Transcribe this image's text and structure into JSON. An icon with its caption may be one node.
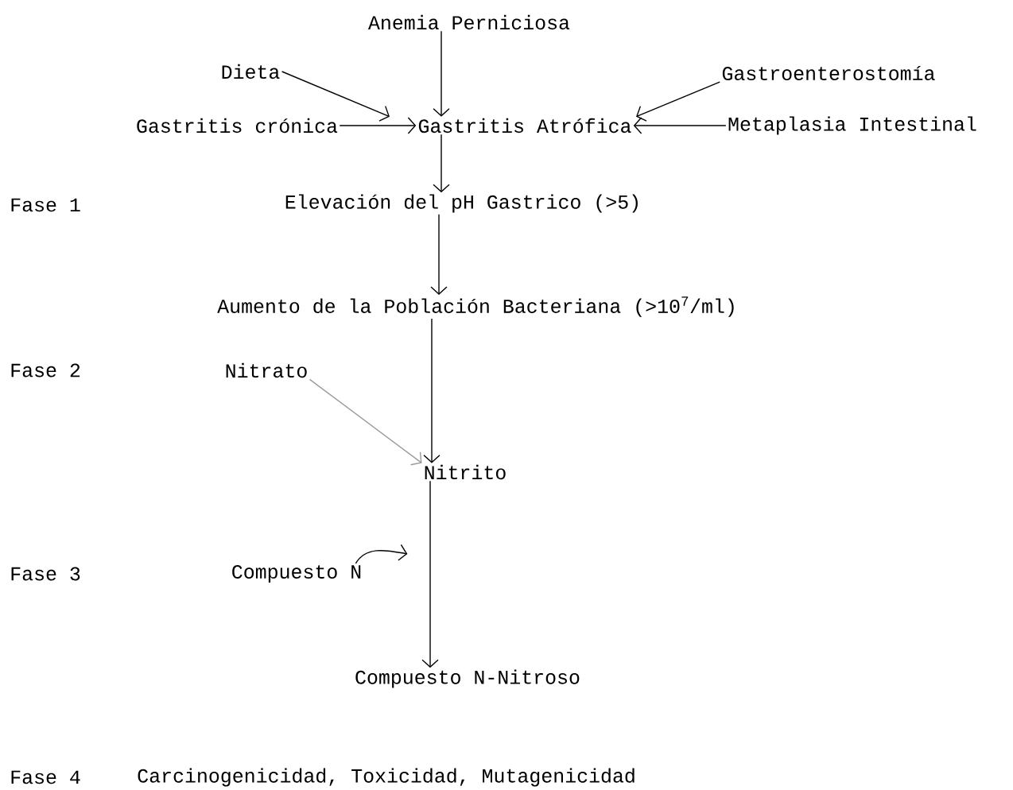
{
  "diagram": {
    "nodes": [
      {
        "text": [
          "Anemia Perniciosa"
        ]
      },
      {
        "text": [
          "Dieta"
        ]
      },
      {
        "text": [
          "Gastroenterostomía"
        ]
      },
      {
        "text": [
          "Gastritis crónica"
        ]
      },
      {
        "text": [
          "Gastritis Atrófica"
        ]
      },
      {
        "text": [
          "Metaplasia Intestinal"
        ]
      },
      {
        "text": [
          "Elevación del pH Gastrico (>5)"
        ]
      },
      {
        "text": [
          "Aumento de la Población Bacteriana (>10$^{7}$/ml)"
        ]
      },
      {
        "text": [
          "Nitrato"
        ]
      },
      {
        "text": [
          "Nitrito"
        ]
      },
      {
        "text": [
          "Compuesto N"
        ]
      },
      {
        "text": [
          "Compuesto N-Nitroso"
        ]
      }
    ],
    "edges": [
      {
        "from": 0,
        "to": 4,
        "arrow": "to"
      },
      {
        "from": 1,
        "to": 4,
        "arrow": "to"
      },
      {
        "from": 2,
        "to": 4,
        "arrow": "to"
      },
      {
        "from": 3,
        "to": 4,
        "arrow": "to"
      },
      {
        "from": 5,
        "to": 4,
        "arrow": "to"
      },
      {
        "from": 4,
        "to": 6,
        "arrow": "to"
      },
      {
        "from": 6,
        "to": 7,
        "arrow": "to"
      },
      {
        "from": 7,
        "to": 9,
        "arrow": "to"
      },
      {
        "from": 8,
        "to": 9,
        "arrow": "to",
        "color": "#9a9a9a"
      },
      {
        "from": 9,
        "to": 11,
        "arrow": "to"
      },
      {
        "from": 10,
        "to": null,
        "arrow": "to"
      }
    ],
    "labels": [
      "Fase 1",
      "Fase 2",
      "Fase 3",
      "Fase 4",
      "Carcinogenicidad, Toxicidad, Mutagenicidad"
    ]
  }
}
